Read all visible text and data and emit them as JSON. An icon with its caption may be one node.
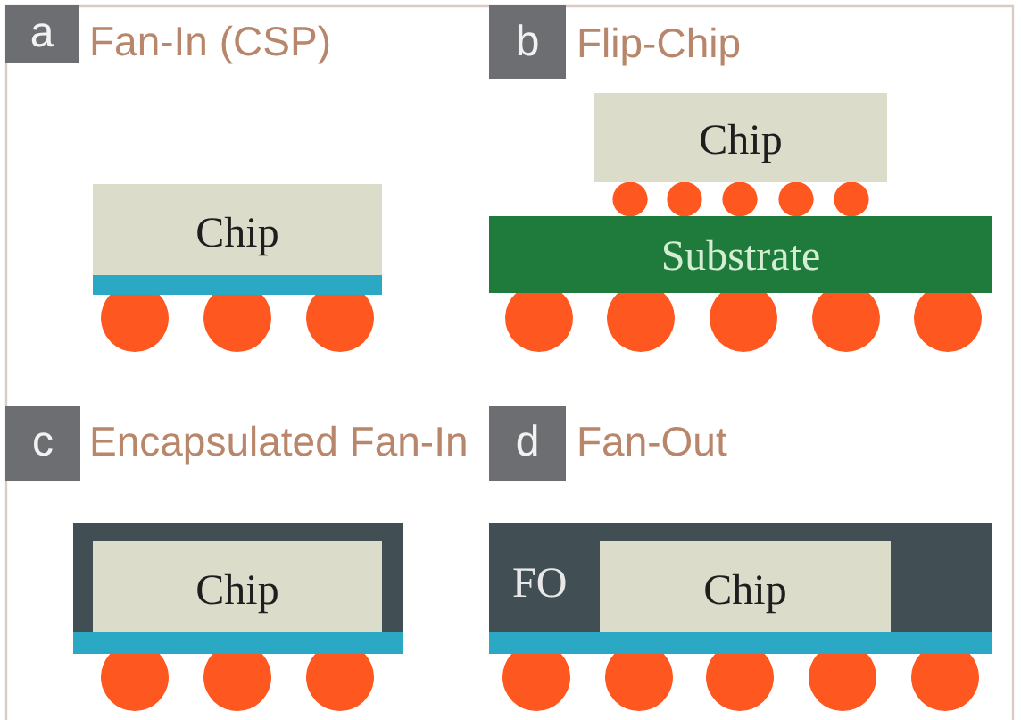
{
  "diagram": {
    "nodes": [
      {
        "text": [
          "a"
        ],
        "beside": [
          "Fan-In (CSP)"
        ]
      },
      {
        "text": [
          "Chip"
        ]
      },
      {
        "text": [
          "b"
        ],
        "beside": [
          "Flip-Chip"
        ]
      },
      {
        "text": [
          "Chip"
        ]
      },
      {
        "text": [
          "Substrate"
        ]
      },
      {
        "text": [
          "c"
        ],
        "beside": [
          "Encapsulated Fan-In"
        ]
      },
      {
        "text": [],
        "shape": "box"
      },
      {
        "text": [
          "Chip"
        ],
        "in": 6
      },
      {
        "text": [
          "d"
        ],
        "beside": [
          "Fan-Out"
        ]
      },
      {
        "text": [
          "FO"
        ]
      },
      {
        "text": [
          "Chip"
        ],
        "in": 9
      }
    ]
  }
}
